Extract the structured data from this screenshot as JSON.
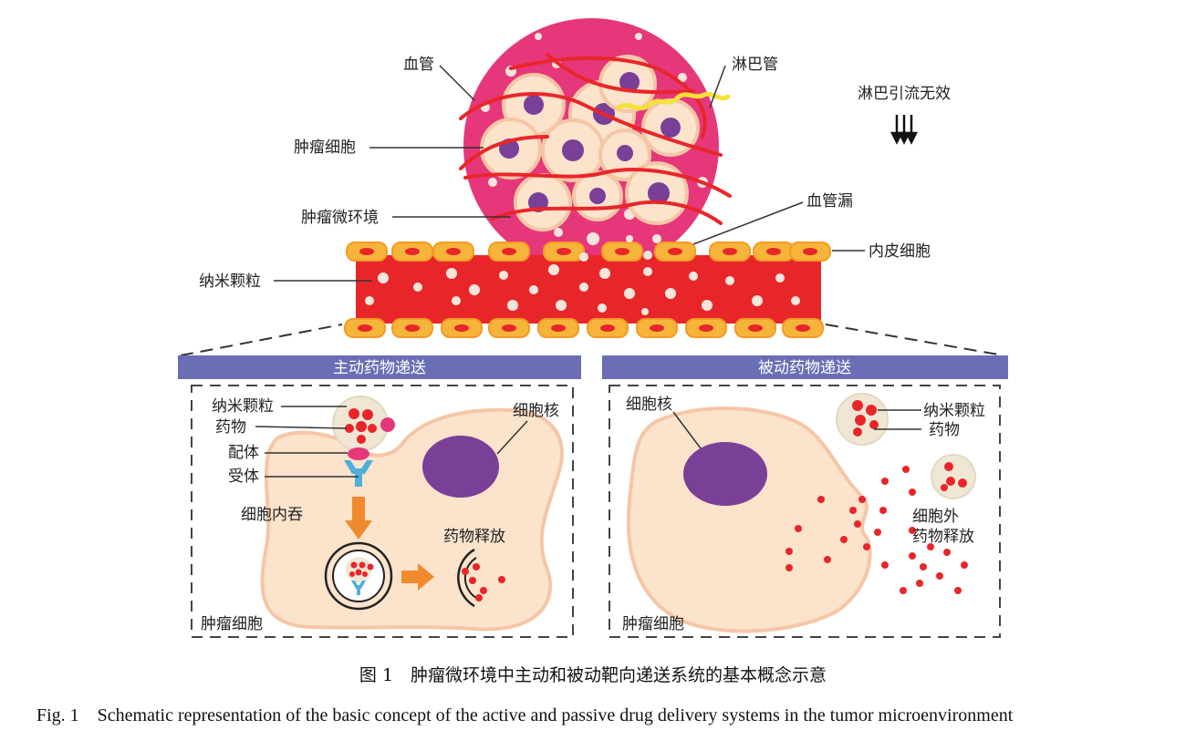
{
  "labels": {
    "blood_vessel": "血管",
    "lymph_vessel": "淋巴管",
    "lymph_ineffective": "淋巴引流无效",
    "tumor_cell_top": "肿瘤细胞",
    "tumor_microenv": "肿瘤微环境",
    "vessel_leak": "血管漏",
    "endothelial": "内皮细胞",
    "nanoparticle_main": "纳米颗粒"
  },
  "active": {
    "header": "主动药物递送",
    "nanoparticle": "纳米颗粒",
    "drug": "药物",
    "ligand": "配体",
    "receptor": "受体",
    "endocytosis": "细胞内吞",
    "nucleus": "细胞核",
    "drug_release": "药物释放",
    "tumor_cell": "肿瘤细胞"
  },
  "passive": {
    "header": "被动药物递送",
    "nucleus": "细胞核",
    "nanoparticle": "纳米颗粒",
    "drug": "药物",
    "extracellular_line1": "细胞外",
    "extracellular_line2": "药物释放",
    "tumor_cell": "肿瘤细胞"
  },
  "caption": {
    "cn": "图 1　肿瘤微环境中主动和被动靶向递送系统的基本概念示意",
    "en": "Fig. 1　Schematic representation of the basic concept of the active and passive drug delivery systems in the tumor microenvironment"
  },
  "colors": {
    "tumor_pink": "#e6377a",
    "vessel_red": "#e8262a",
    "endothelial_orange": "#f7b43a",
    "header_blue": "#6a6fb5",
    "nucleus_purple": "#7a3f97",
    "cell_cream": "#fbe3cc",
    "lymph_yellow": "#f4e23a",
    "arrow_orange": "#f08a2e"
  }
}
